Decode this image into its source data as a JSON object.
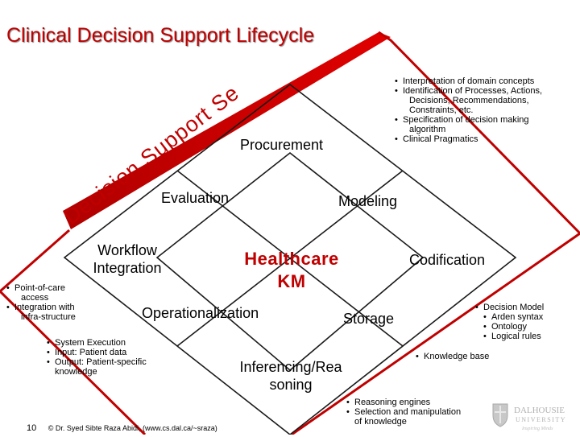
{
  "title": "Clinical Decision Support Lifecycle",
  "arc_text": "Decision Support Services",
  "colors": {
    "accent": "#c00000",
    "diamond": "#c00000"
  },
  "phases": {
    "procurement": "Procurement",
    "evaluation": "Evaluation",
    "modeling": "Modeling",
    "workflow_line1": "Workflow",
    "workflow_line2": "Integration",
    "codification": "Codification",
    "operationalization": "Operationalization",
    "storage": "Storage",
    "inferencing_line1": "Inferencing/Rea",
    "inferencing_line2": "soning"
  },
  "center": {
    "line1": "Healthcare",
    "line2": "KM"
  },
  "bullets": {
    "top_right": [
      "Interpretation of domain concepts",
      "Identification of Processes, Actions,",
      "Decisions, Recommendations,",
      "Constraints, etc.",
      "Specification of decision making",
      "algorithm",
      "Clinical Pragmatics"
    ],
    "left": [
      "Point-of-care",
      "access",
      "Integration with",
      "infra-structure"
    ],
    "middle_left": [
      "System Execution",
      "Input: Patient data",
      "Output: Patient-specific",
      "knowledge"
    ],
    "right": [
      "Decision Model",
      "Arden syntax",
      "Ontology",
      "Logical rules"
    ],
    "right_kb": "Knowledge base",
    "bottom": [
      "Reasoning engines",
      "Selection and manipulation",
      "of knowledge"
    ]
  },
  "footer": {
    "page": "10",
    "credit": "© Dr. Syed Sibte Raza Abidi, (www.cs.dal.ca/~sraza)"
  },
  "logo": {
    "line1": "DALHOUSIE",
    "line2": "UNIVERSITY",
    "line3": "Inspiring Minds"
  }
}
